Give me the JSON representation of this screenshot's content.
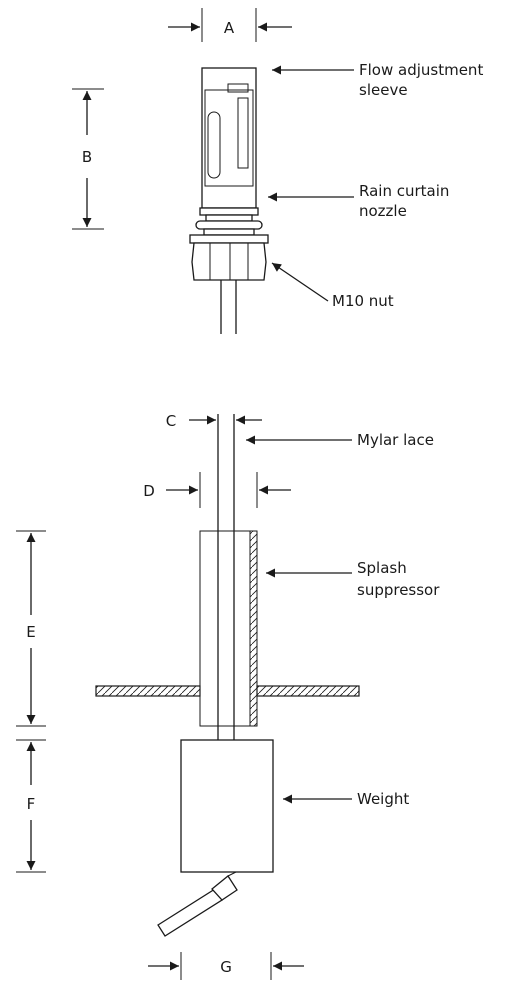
{
  "labels": {
    "flow_sleeve_line1": "Flow adjustment",
    "flow_sleeve_line2": "sleeve",
    "rain_nozzle_line1": "Rain curtain",
    "rain_nozzle_line2": "nozzle",
    "m10_nut": "M10 nut",
    "mylar_lace": "Mylar lace",
    "splash_line1": "Splash",
    "splash_line2": "suppressor",
    "weight": "Weight"
  },
  "dimensions": {
    "a": "A",
    "b": "B",
    "c": "C",
    "d": "D",
    "e": "E",
    "f": "F",
    "g": "G"
  }
}
